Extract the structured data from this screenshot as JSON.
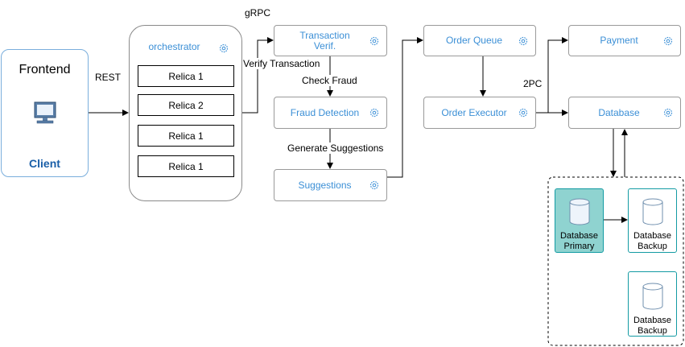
{
  "frontend": {
    "title": "Frontend",
    "subtitle": "Client",
    "icon": "monitor-icon"
  },
  "orchestrator": {
    "title": "orchestrator",
    "replicas": [
      "Relica 1",
      "Relica 2",
      "Relica 1",
      "Relica 1"
    ]
  },
  "services": {
    "transaction": "Transaction Verif.",
    "fraud": "Fraud Detection",
    "suggestions": "Suggestions",
    "queue": "Order Queue",
    "executor": "Order Executor",
    "payment": "Payment",
    "database": "Database"
  },
  "edge_labels": {
    "rest": "REST",
    "grpc": "gRPC",
    "verify": "Verify Transaction",
    "check_fraud": "Check Fraud",
    "generate": "Generate Suggestions",
    "two_pc": "2PC"
  },
  "db_cluster": {
    "primary": "Database Primary",
    "backup1": "Database Backup",
    "backup2": "Database Backup"
  },
  "colors": {
    "accent": "#3b8fd6",
    "client_border": "#7aaedc",
    "client_text": "#1a5fa8",
    "primary_fill": "#8fd3d0",
    "db_border": "#139ba3"
  }
}
